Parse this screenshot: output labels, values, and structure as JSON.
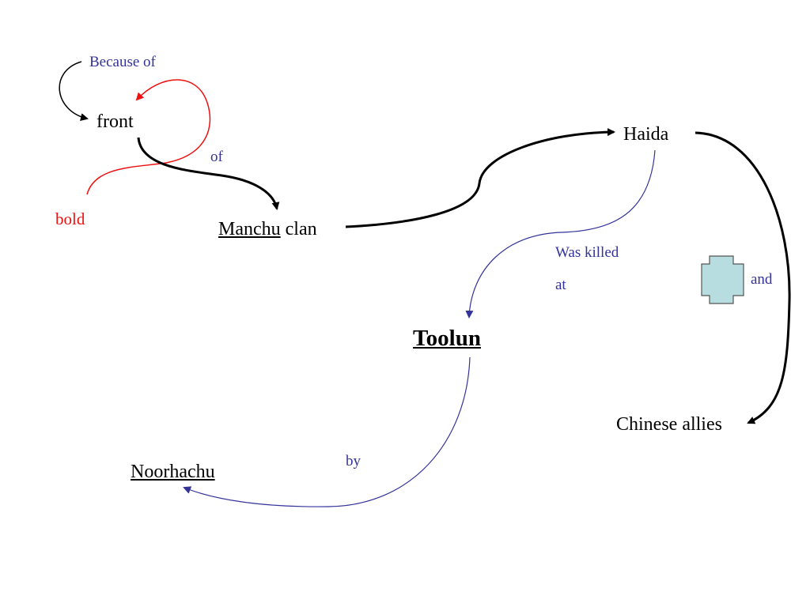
{
  "nodes": {
    "front": "front",
    "bold": "bold",
    "manchu": "Manchu",
    "clan": "clan",
    "haida": "Haida",
    "toolun": "Toolun",
    "noorhachu": "Noorhachu",
    "chinese_allies": "Chinese allies"
  },
  "links": {
    "because_of": "Because  of",
    "of": "of",
    "was_killed": "Was killed",
    "at": "at",
    "and": "and",
    "by": "by"
  },
  "colors": {
    "node_text": "#000000",
    "link_text": "#333399",
    "red": "#ee1111",
    "cross_fill": "#b7dde0",
    "cross_stroke": "#555555"
  },
  "icons": {
    "cross": "cross-shape-icon"
  }
}
